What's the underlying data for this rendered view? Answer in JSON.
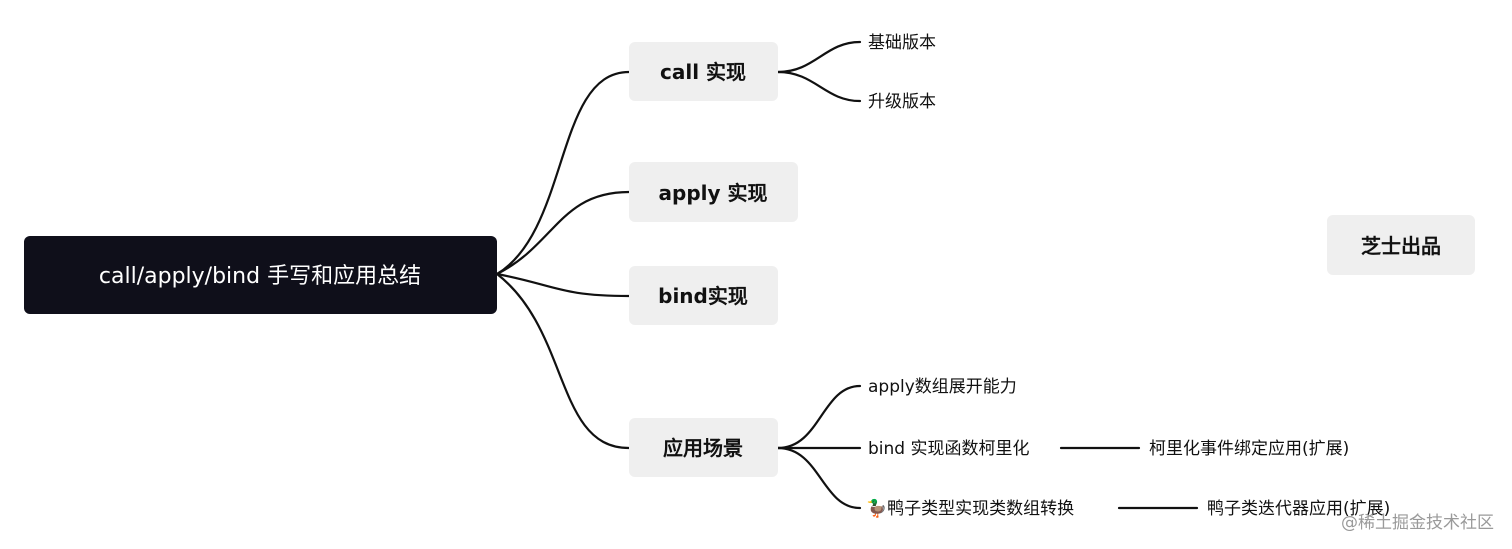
{
  "root": {
    "label": "call/apply/bind 手写和应用总结"
  },
  "branches": [
    {
      "label": "call 实现",
      "children": [
        "基础版本",
        "升级版本"
      ]
    },
    {
      "label": "apply 实现"
    },
    {
      "label": "bind实现"
    },
    {
      "label": "应用场景",
      "children": [
        "apply数组展开能力",
        "bind 实现函数柯里化",
        "🦆鸭子类型实现类数组转换"
      ]
    }
  ],
  "extensions": [
    "柯里化事件绑定应用(扩展)",
    "鸭子类迭代器应用(扩展)"
  ],
  "floating_node": {
    "label": "芝士出品"
  },
  "watermark": "@稀土掘金技术社区"
}
